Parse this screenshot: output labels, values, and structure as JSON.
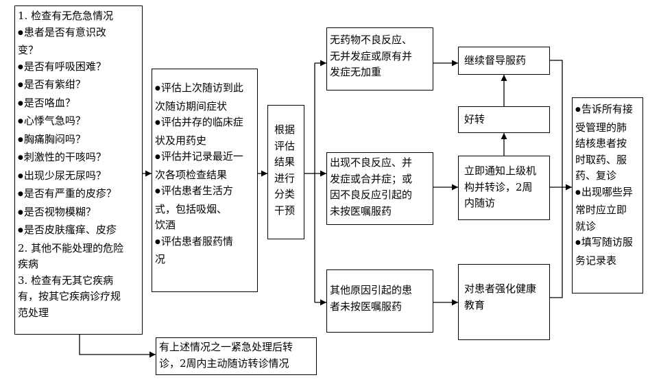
{
  "boxes": {
    "danger_check": {
      "lines": [
        "1. 检查有无危急情况",
        "患者是否有意识改",
        "变？",
        "是否有呼吸困难？",
        "是否有紫绀？",
        "是否咯血？",
        "心悸气急吗？",
        "胸痛胸闷吗？",
        "刺激性的干咳吗？",
        "出现少尿无尿吗？",
        "是否有严重的皮疹？",
        "是否视物模糊？",
        "是否皮肤瘙痒、皮疹",
        "2. 其他不能处理的危险",
        "疾病",
        "3. 检查有无其它疾病",
        "有，按其它疾病诊疗规",
        "范处理"
      ]
    },
    "emergency_referral": {
      "lines": [
        "有上述情况之一紧急处理后转",
        "诊，2周内主动随访转诊情况"
      ]
    },
    "assessment": {
      "lines": [
        "评估上次随访到此",
        "次随访期间症状",
        "评估并存的临床症",
        "状及用药史",
        "评估并记录最近一",
        "次各项检查结果",
        "评估患者生活方",
        "式，包括吸烟、",
        "饮酒",
        "评估患者服药情",
        "况"
      ]
    },
    "classify": {
      "lines": [
        "根据",
        "评估",
        "结果",
        "进行",
        "分类",
        "干预"
      ]
    },
    "no_adverse": {
      "lines": [
        "无药物不良反应、",
        "无并发症或原有并",
        "发症无加重"
      ]
    },
    "adverse": {
      "lines": [
        "出现不良反应、并",
        "发症或合并症；或",
        "因不良反应引起的",
        "未按医嘱服药"
      ]
    },
    "other_reason": {
      "lines": [
        "其他原因引起的患",
        "者未按医嘱服药"
      ]
    },
    "continue": {
      "lines": [
        "继续督导服药"
      ]
    },
    "improved": {
      "lines": [
        "好转"
      ]
    },
    "notify": {
      "lines": [
        "立即通知上级机",
        "构并转诊，2周",
        "内随访"
      ]
    },
    "education": {
      "lines": [
        "对患者强化健康",
        "教育"
      ]
    },
    "final": {
      "lines": [
        "告诉所有接",
        "受管理的肺",
        "结核患者按",
        "时取药、服",
        "药、复诊",
        "出现哪些异",
        "常时应立即",
        "就诊",
        "填写随访服",
        "务记录表"
      ]
    }
  }
}
